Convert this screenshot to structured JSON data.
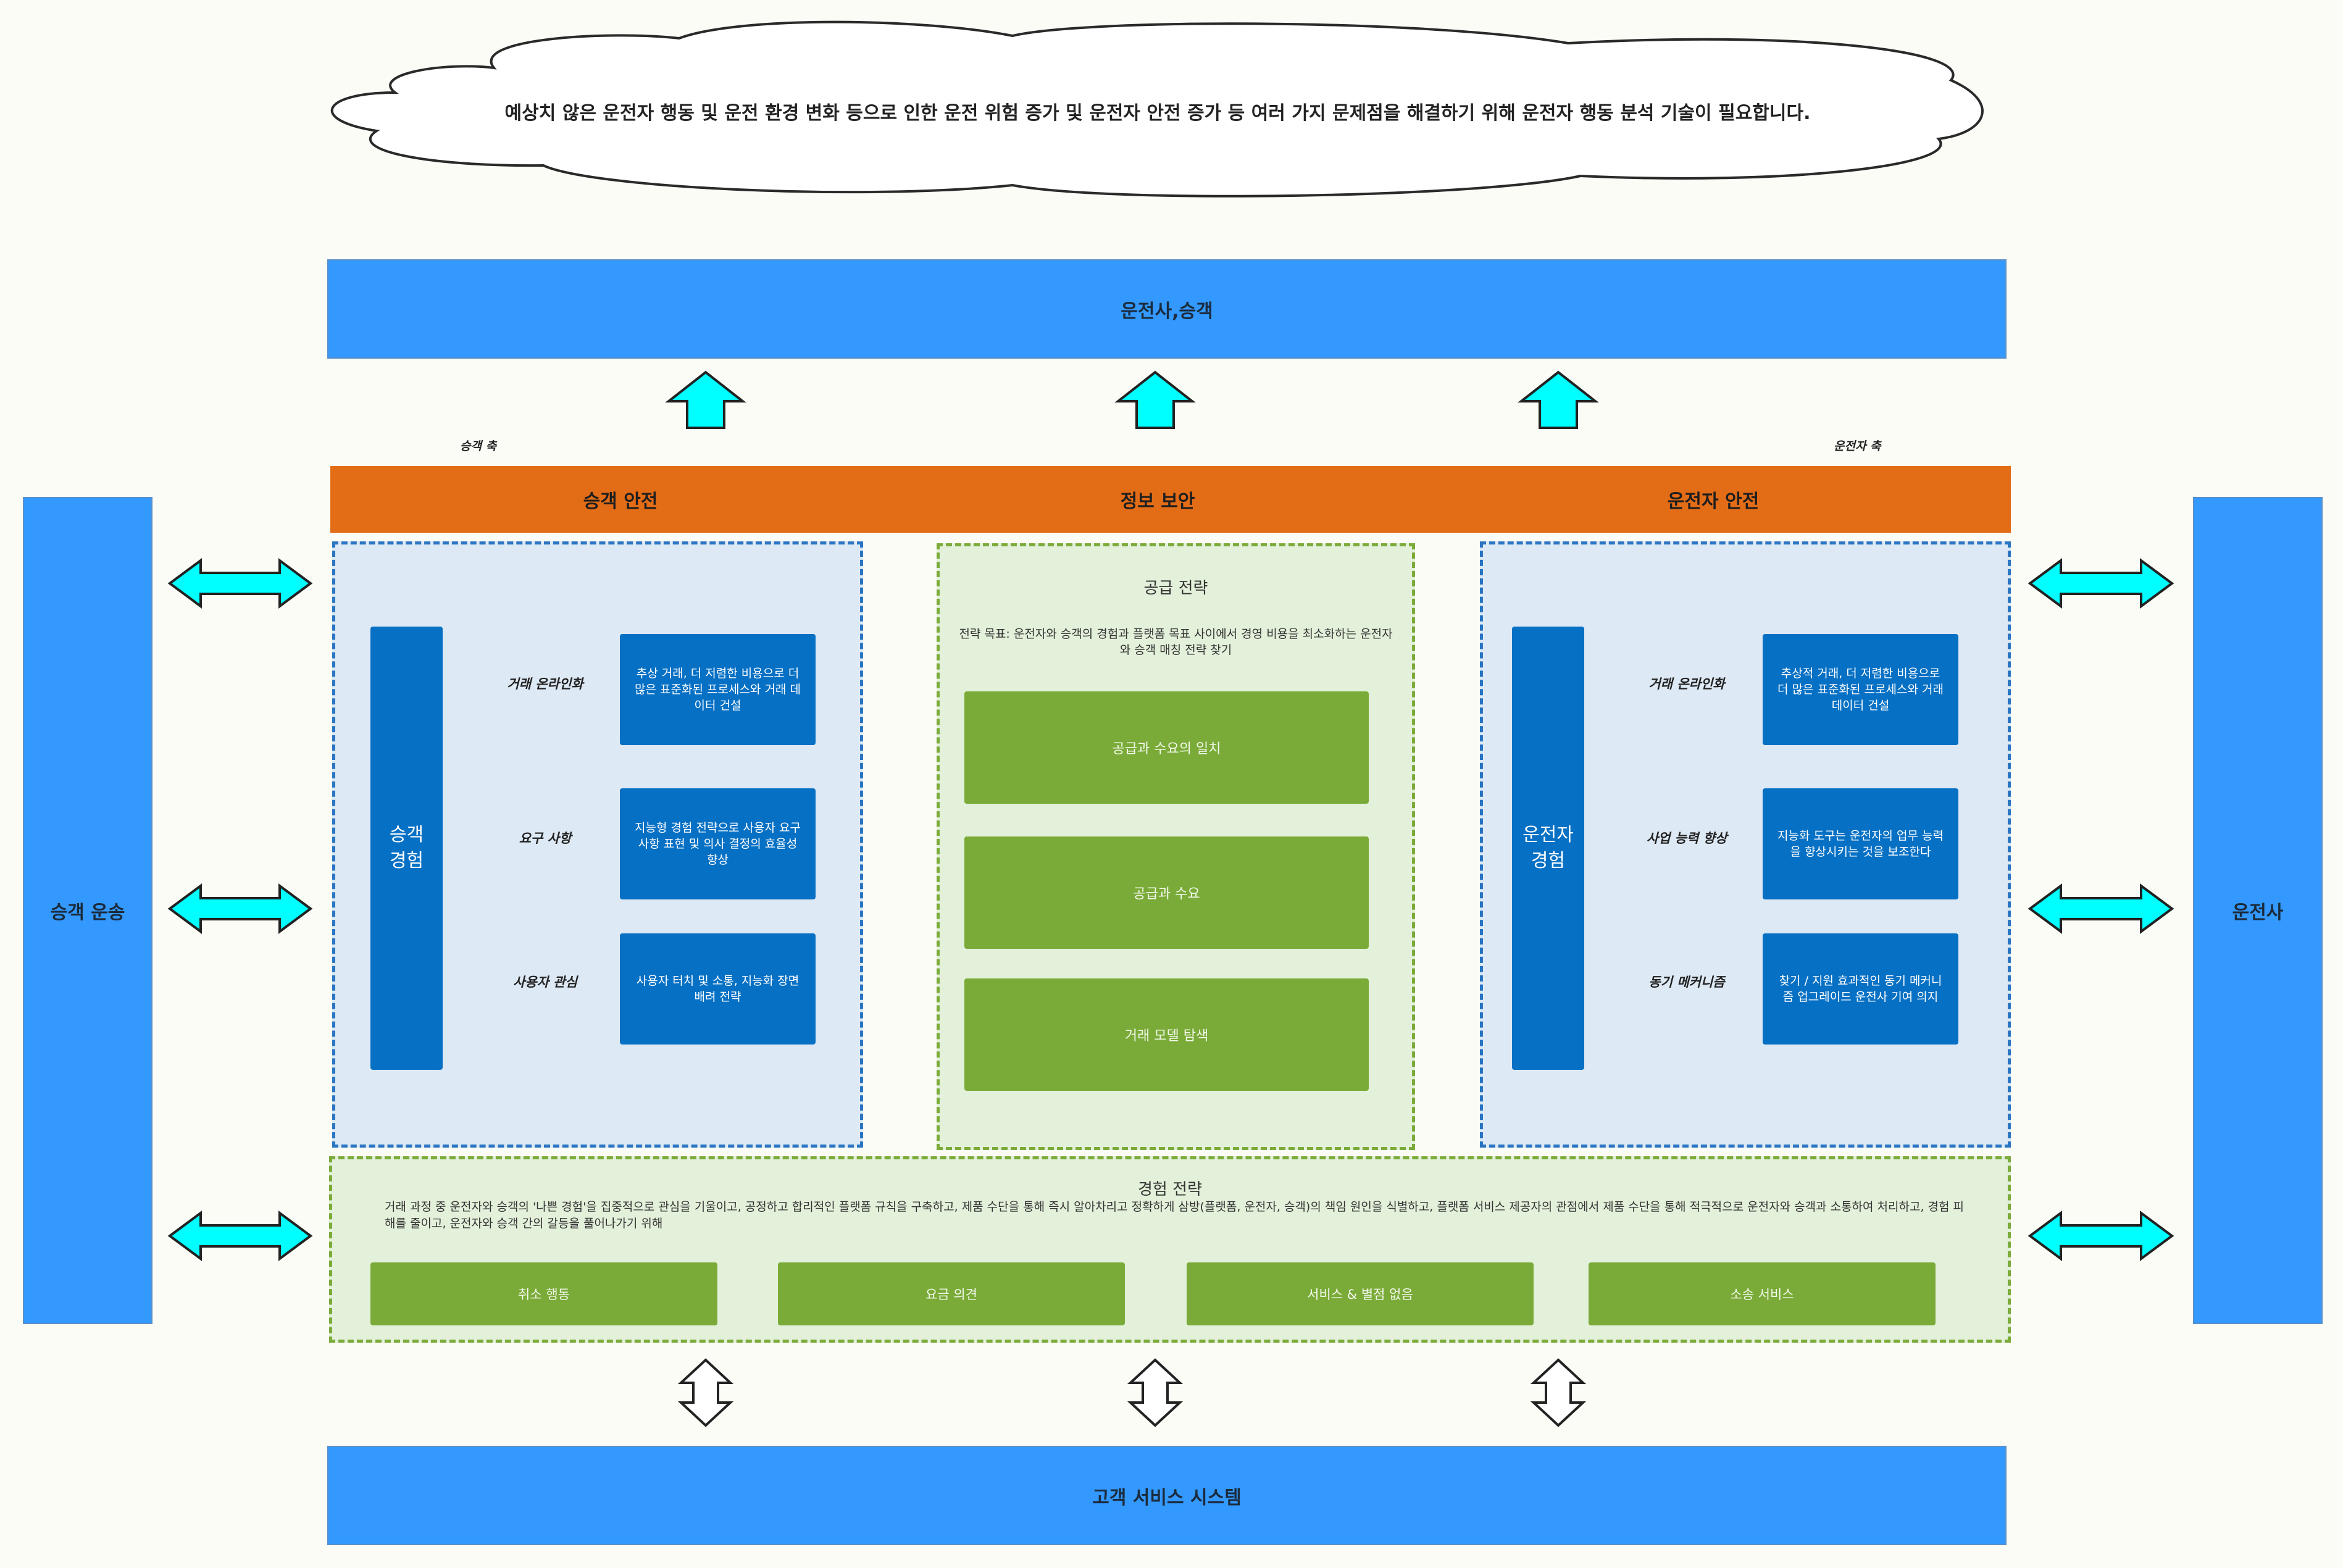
{
  "cloud_text": "예상치 않은 운전자 행동 및 운전 환경 변화 등으로 인한 운전 위험 증가 및 운전자 안전 증가 등 여러 가지 문제점을 해결하기 위해 운전자 행동 분석 기술이 필요합니다.",
  "top_bar": "운전사,승객",
  "bottom_bar": "고객 서비스 시스템",
  "left_side": "승객 운송",
  "right_side": "운전사",
  "axis_left": "승객 축",
  "axis_right": "운전자 축",
  "header": {
    "left": "승객 안전",
    "center": "정보 보안",
    "right": "운전자 안전"
  },
  "left_panel": {
    "vertical": "승객 경험",
    "rows": [
      {
        "label": "거래 온라인화",
        "box": "추상 거래, 더 저렴한 비용으로 더 많은 표준화된 프로세스와 거래 데이터 건설"
      },
      {
        "label": "요구 사항",
        "box": "지능형 경험 전략으로 사용자 요구 사항 표현 및 의사 결정의 효율성 향상"
      },
      {
        "label": "사용자 관심",
        "box": "사용자 터치 및 소통, 지능화 장면 배려 전략"
      }
    ]
  },
  "right_panel": {
    "vertical": "운전자 경험",
    "rows": [
      {
        "label": "거래 온라인화",
        "box": "추상적 거래, 더 저렴한 비용으로 더 많은 표준화된 프로세스와 거래 데이터 건설"
      },
      {
        "label": "사업 능력 향상",
        "box": "지능화 도구는 운전자의 업무 능력을 향상시키는 것을 보조한다"
      },
      {
        "label": "동기 메커니즘",
        "box": "찾기 / 지원 효과적인 동기 메커니즘 업그레이드 운전사 기여 의지"
      }
    ]
  },
  "supply": {
    "title": "공급 전략",
    "desc": "전략 목표: 운전자와 승객의 경험과 플랫폼 목표 사이에서 경영 비용을 최소화하는 운전자와 승객 매칭 전략 찾기",
    "boxes": [
      "공급과 수요의 일치",
      "공급과 수요",
      "거래 모델 탐색"
    ]
  },
  "experience": {
    "title": "경험 전략",
    "desc": "거래 과정 중 운전자와 승객의 '나쁜 경험'을 집중적으로 관심을 기울이고, 공정하고 합리적인 플랫폼 규칙을 구축하고, 제품 수단을 통해 즉시 알아차리고 정확하게 삼방(플랫폼, 운전자, 승객)의 책임 원인을 식별하고, 플랫폼 서비스 제공자의 관점에서 제품 수단을 통해 적극적으로 운전자와 승객과 소통하여 처리하고, 경험 피해를 줄이고, 운전자와 승객 간의 갈등을 풀어나가기 위해",
    "boxes": [
      "취소 행동",
      "요금 의견",
      "서비스 & 별점 없음",
      "소송 서비스"
    ]
  },
  "colors": {
    "bar_blue": "#3399ff",
    "orange": "#e36c17",
    "dark_blue": "#0670c4",
    "green": "#7aab38",
    "cyan_arrow": "#00ffff"
  }
}
